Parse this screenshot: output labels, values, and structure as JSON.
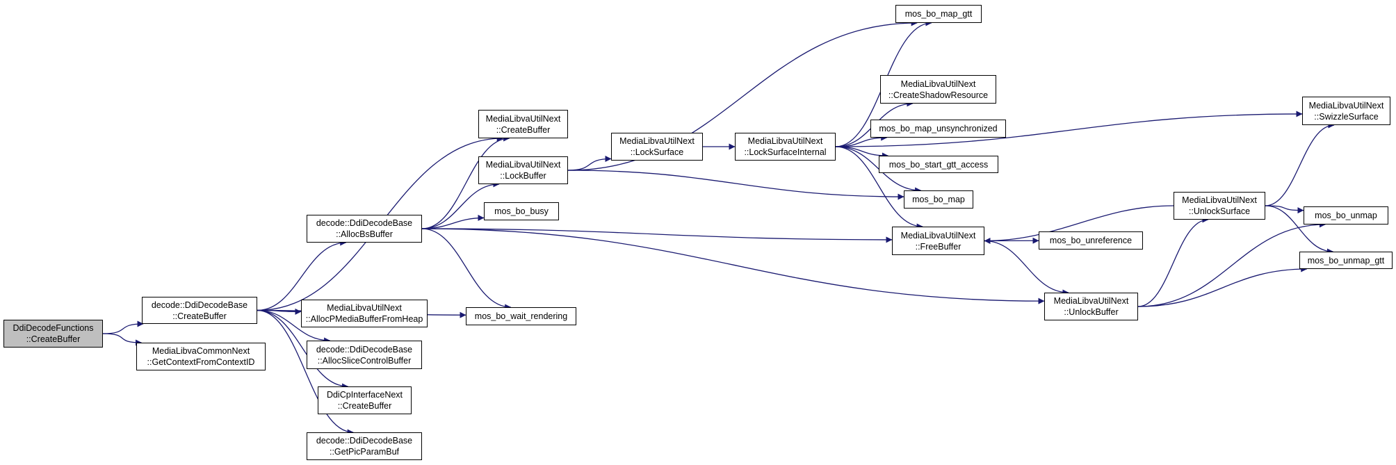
{
  "graph": {
    "edge_color": "#191970",
    "current_node_fill": "#bfbfbf",
    "nodes": [
      {
        "id": "n_ddidecodefunctions_createbuffer",
        "lines": [
          "DdiDecodeFunctions",
          "::CreateBuffer"
        ],
        "current": true
      },
      {
        "id": "n_decode_ddidecodebase_createbuffer",
        "lines": [
          "decode::DdiDecodeBase",
          "::CreateBuffer"
        ]
      },
      {
        "id": "n_medialibvacommonnext_getcontextfromcontextid",
        "lines": [
          "MediaLibvaCommonNext",
          "::GetContextFromContextID"
        ]
      },
      {
        "id": "n_medialibvautilnext_createbuffer",
        "lines": [
          "MediaLibvaUtilNext",
          "::CreateBuffer"
        ]
      },
      {
        "id": "n_decode_ddidecodebase_allocbsbuffer",
        "lines": [
          "decode::DdiDecodeBase",
          "::AllocBsBuffer"
        ]
      },
      {
        "id": "n_medialibvautilnext_allocpmediabufferfromheap",
        "lines": [
          "MediaLibvaUtilNext",
          "::AllocPMediaBufferFromHeap"
        ]
      },
      {
        "id": "n_decode_ddidecodebase_allocslicecontrolbuffer",
        "lines": [
          "decode::DdiDecodeBase",
          "::AllocSliceControlBuffer"
        ]
      },
      {
        "id": "n_ddicpinterfacenext_createbuffer",
        "lines": [
          "DdiCpInterfaceNext",
          "::CreateBuffer"
        ]
      },
      {
        "id": "n_decode_ddidecodebase_getpicparambuf",
        "lines": [
          "decode::DdiDecodeBase",
          "::GetPicParamBuf"
        ]
      },
      {
        "id": "n_mos_bo_wait_rendering",
        "lines": [
          "mos_bo_wait_rendering"
        ]
      },
      {
        "id": "n_medialibvautilnext_lockbuffer",
        "lines": [
          "MediaLibvaUtilNext",
          "::LockBuffer"
        ]
      },
      {
        "id": "n_mos_bo_busy",
        "lines": [
          "mos_bo_busy"
        ]
      },
      {
        "id": "n_medialibvautilnext_freebuffer",
        "lines": [
          "MediaLibvaUtilNext",
          "::FreeBuffer"
        ]
      },
      {
        "id": "n_medialibvautilnext_unlockbuffer",
        "lines": [
          "MediaLibvaUtilNext",
          "::UnlockBuffer"
        ]
      },
      {
        "id": "n_medialibvautilnext_locksurface",
        "lines": [
          "MediaLibvaUtilNext",
          "::LockSurface"
        ]
      },
      {
        "id": "n_mos_bo_map_gtt",
        "lines": [
          "mos_bo_map_gtt"
        ]
      },
      {
        "id": "n_mos_bo_map",
        "lines": [
          "mos_bo_map"
        ]
      },
      {
        "id": "n_medialibvautilnext_locksurfaceinternal",
        "lines": [
          "MediaLibvaUtilNext",
          "::LockSurfaceInternal"
        ]
      },
      {
        "id": "n_medialibvautilnext_createshadowresource",
        "lines": [
          "MediaLibvaUtilNext",
          "::CreateShadowResource"
        ]
      },
      {
        "id": "n_mos_bo_map_unsynchronized",
        "lines": [
          "mos_bo_map_unsynchronized"
        ]
      },
      {
        "id": "n_mos_bo_start_gtt_access",
        "lines": [
          "mos_bo_start_gtt_access"
        ]
      },
      {
        "id": "n_medialibvautilnext_swizzlesurface",
        "lines": [
          "MediaLibvaUtilNext",
          "::SwizzleSurface"
        ]
      },
      {
        "id": "n_mos_bo_unreference",
        "lines": [
          "mos_bo_unreference"
        ]
      },
      {
        "id": "n_medialibvautilnext_unlocksurface",
        "lines": [
          "MediaLibvaUtilNext",
          "::UnlockSurface"
        ]
      },
      {
        "id": "n_mos_bo_unmap",
        "lines": [
          "mos_bo_unmap"
        ]
      },
      {
        "id": "n_mos_bo_unmap_gtt",
        "lines": [
          "mos_bo_unmap_gtt"
        ]
      }
    ],
    "edges": [
      {
        "from": "n_ddidecodefunctions_createbuffer",
        "to": "n_decode_ddidecodebase_createbuffer"
      },
      {
        "from": "n_ddidecodefunctions_createbuffer",
        "to": "n_medialibvacommonnext_getcontextfromcontextid"
      },
      {
        "from": "n_decode_ddidecodebase_createbuffer",
        "to": "n_medialibvautilnext_createbuffer"
      },
      {
        "from": "n_decode_ddidecodebase_createbuffer",
        "to": "n_decode_ddidecodebase_allocbsbuffer"
      },
      {
        "from": "n_decode_ddidecodebase_createbuffer",
        "to": "n_medialibvautilnext_allocpmediabufferfromheap"
      },
      {
        "from": "n_decode_ddidecodebase_createbuffer",
        "to": "n_decode_ddidecodebase_allocslicecontrolbuffer"
      },
      {
        "from": "n_decode_ddidecodebase_createbuffer",
        "to": "n_ddicpinterfacenext_createbuffer"
      },
      {
        "from": "n_decode_ddidecodebase_createbuffer",
        "to": "n_decode_ddidecodebase_getpicparambuf"
      },
      {
        "from": "n_decode_ddidecodebase_createbuffer",
        "to": "n_mos_bo_wait_rendering"
      },
      {
        "from": "n_decode_ddidecodebase_allocbsbuffer",
        "to": "n_medialibvautilnext_createbuffer"
      },
      {
        "from": "n_decode_ddidecodebase_allocbsbuffer",
        "to": "n_medialibvautilnext_lockbuffer"
      },
      {
        "from": "n_decode_ddidecodebase_allocbsbuffer",
        "to": "n_mos_bo_busy"
      },
      {
        "from": "n_decode_ddidecodebase_allocbsbuffer",
        "to": "n_mos_bo_wait_rendering"
      },
      {
        "from": "n_decode_ddidecodebase_allocbsbuffer",
        "to": "n_medialibvautilnext_freebuffer"
      },
      {
        "from": "n_decode_ddidecodebase_allocbsbuffer",
        "to": "n_medialibvautilnext_unlockbuffer"
      },
      {
        "from": "n_medialibvautilnext_lockbuffer",
        "to": "n_medialibvautilnext_locksurface"
      },
      {
        "from": "n_medialibvautilnext_lockbuffer",
        "to": "n_mos_bo_map_gtt"
      },
      {
        "from": "n_medialibvautilnext_lockbuffer",
        "to": "n_mos_bo_map"
      },
      {
        "from": "n_medialibvautilnext_locksurface",
        "to": "n_medialibvautilnext_locksurfaceinternal"
      },
      {
        "from": "n_medialibvautilnext_locksurfaceinternal",
        "to": "n_mos_bo_map_gtt"
      },
      {
        "from": "n_medialibvautilnext_locksurfaceinternal",
        "to": "n_medialibvautilnext_swizzlesurface"
      },
      {
        "from": "n_medialibvautilnext_locksurfaceinternal",
        "to": "n_medialibvautilnext_createshadowresource"
      },
      {
        "from": "n_medialibvautilnext_locksurfaceinternal",
        "to": "n_mos_bo_map_unsynchronized"
      },
      {
        "from": "n_medialibvautilnext_locksurfaceinternal",
        "to": "n_mos_bo_start_gtt_access"
      },
      {
        "from": "n_medialibvautilnext_locksurfaceinternal",
        "to": "n_mos_bo_map"
      },
      {
        "from": "n_medialibvautilnext_locksurfaceinternal",
        "to": "n_medialibvautilnext_freebuffer"
      },
      {
        "from": "n_medialibvautilnext_freebuffer",
        "to": "n_mos_bo_unreference"
      },
      {
        "from": "n_medialibvautilnext_freebuffer",
        "to": "n_medialibvautilnext_unlockbuffer"
      },
      {
        "from": "n_medialibvautilnext_unlockbuffer",
        "to": "n_medialibvautilnext_unlocksurface"
      },
      {
        "from": "n_medialibvautilnext_unlockbuffer",
        "to": "n_mos_bo_unmap"
      },
      {
        "from": "n_medialibvautilnext_unlockbuffer",
        "to": "n_mos_bo_unmap_gtt"
      },
      {
        "from": "n_medialibvautilnext_unlocksurface",
        "to": "n_medialibvautilnext_freebuffer"
      },
      {
        "from": "n_medialibvautilnext_unlocksurface",
        "to": "n_medialibvautilnext_swizzlesurface"
      },
      {
        "from": "n_medialibvautilnext_unlocksurface",
        "to": "n_mos_bo_unmap"
      },
      {
        "from": "n_medialibvautilnext_unlocksurface",
        "to": "n_mos_bo_unmap_gtt"
      }
    ]
  }
}
